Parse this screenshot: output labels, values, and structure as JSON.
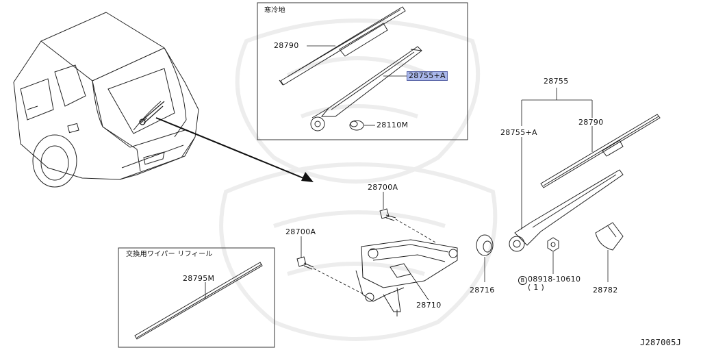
{
  "diagram_id": "J287005J",
  "cold_area_box": {
    "title": "寒冷地",
    "parts": [
      "28790",
      "28755+A",
      "28110M"
    ]
  },
  "refill_box": {
    "title": "交換用ワイパー リフィール",
    "parts": [
      "28795M"
    ]
  },
  "callouts": {
    "assembly": "28755",
    "arm": "28755+A",
    "blade": "28790",
    "bolt_top": "28700A",
    "bolt_left": "28700A",
    "motor": "28710",
    "grommet": "28716",
    "nut_mark": "B",
    "nut": "08918-10610",
    "nut_qty": "( 1 )",
    "cap": "28782"
  },
  "highlight_color": "#a9b7ea"
}
